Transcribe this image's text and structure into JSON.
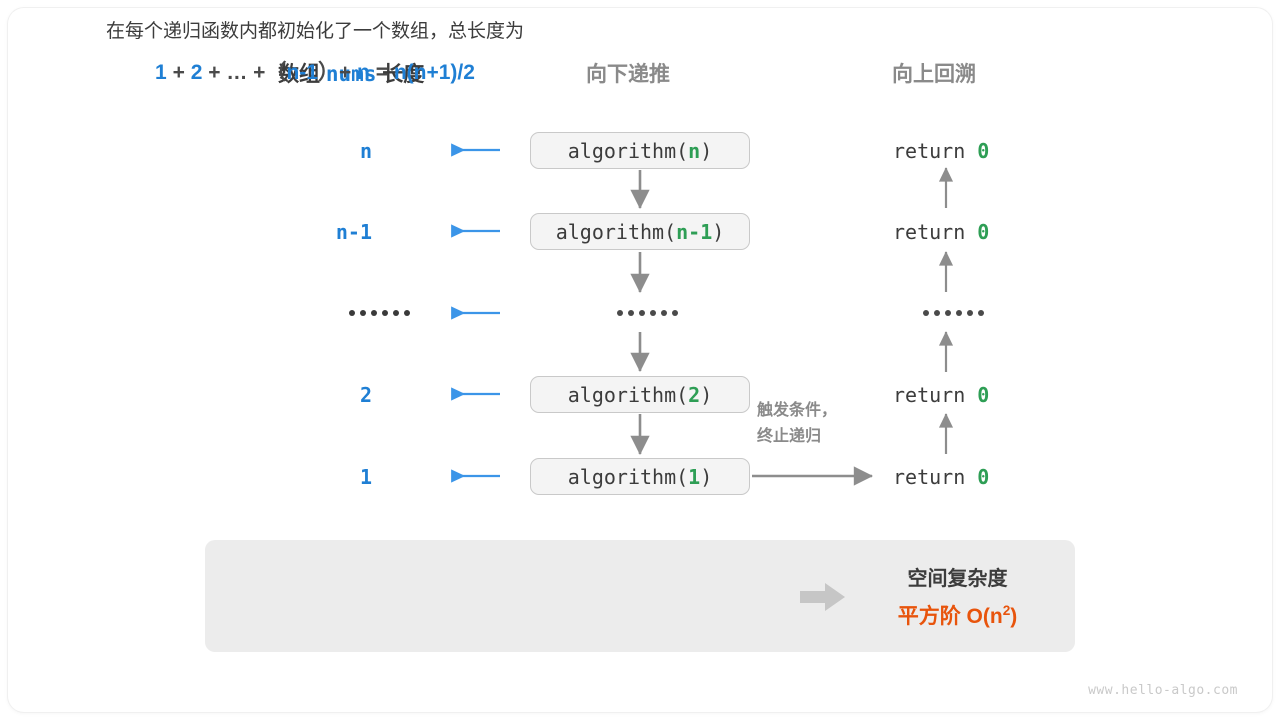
{
  "figure": {
    "watermark": "www.hello-algo.com"
  },
  "headers": {
    "left_prefix": "数组",
    "left_mono": "nums",
    "left_suffix": "长度",
    "middle": "向下递推",
    "right": "向上回溯"
  },
  "rows": [
    {
      "size_label": "n",
      "box_prefix": "algorithm(",
      "box_arg": "n",
      "box_suffix": ")",
      "return_text": "return ",
      "return_value": "0",
      "is_ellipsis": false
    },
    {
      "size_label": "n-1",
      "box_prefix": "algorithm(",
      "box_arg": "n-1",
      "box_suffix": ")",
      "return_text": "return ",
      "return_value": "0",
      "is_ellipsis": false
    },
    {
      "size_label": "......",
      "box_prefix": "",
      "box_arg": "......",
      "box_suffix": "",
      "return_text": "",
      "return_value": "......",
      "is_ellipsis": true
    },
    {
      "size_label": "2",
      "box_prefix": "algorithm(",
      "box_arg": "2",
      "box_suffix": ")",
      "return_text": "return ",
      "return_value": "0",
      "is_ellipsis": false
    },
    {
      "size_label": "1",
      "box_prefix": "algorithm(",
      "box_arg": "1",
      "box_suffix": ")",
      "return_text": "return ",
      "return_value": "0",
      "is_ellipsis": false
    }
  ],
  "annotation": {
    "line1": "触发条件，",
    "line2": "终止递归"
  },
  "summary": {
    "description": "在每个递归函数内都初始化了一个数组，总长度为",
    "formula": {
      "t1": "1",
      "op1": "+",
      "t2": "2",
      "op2": "+",
      "t3": "…",
      "op3": "+",
      "lparen": "（",
      "t4": "n-1",
      "rparen": "）",
      "op4": "+",
      "t5": "n",
      "eq": "=",
      "t6": "n(n+1)/2"
    },
    "complexity_title": "空间复杂度",
    "complexity_label": "平方阶",
    "complexity_big_o_prefix": "O(n",
    "complexity_big_o_exp": "2",
    "complexity_big_o_suffix": ")"
  },
  "colors": {
    "blue": "#1f7fd4",
    "green": "#2e9e55",
    "orange": "#e8540c",
    "gray": "#8a8a8a",
    "dark": "#3c3c3c",
    "arrow_gray": "#8d8d8d",
    "arrow_blue": "#3b95e8",
    "panel_bg": "#ececec",
    "box_bg": "#f4f4f4",
    "box_border": "#c9c9c9"
  }
}
